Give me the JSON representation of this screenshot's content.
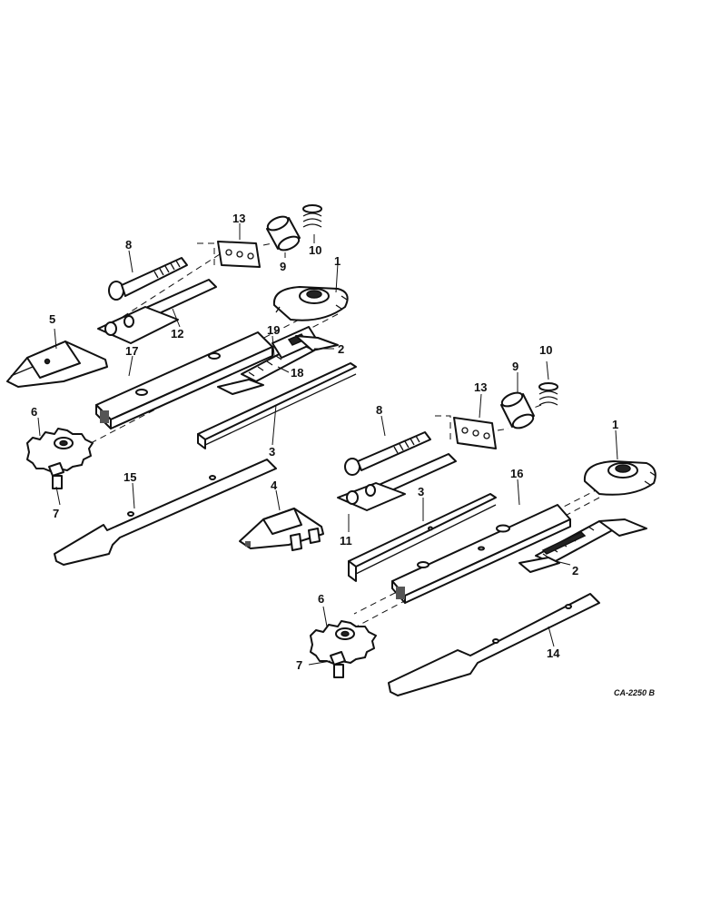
{
  "callouts": {
    "upper": {
      "p13": "13",
      "p10": "10",
      "p8": "8",
      "p9": "9",
      "p1": "1",
      "p5": "5",
      "p12": "12",
      "p19": "19",
      "p2": "2",
      "p17": "17",
      "p18": "18",
      "p6": "6",
      "p3": "3",
      "p7": "7",
      "p15": "15",
      "p4": "4"
    },
    "lower": {
      "p10": "10",
      "p9": "9",
      "p13": "13",
      "p8": "8",
      "p1": "1",
      "p16": "16",
      "p3": "3",
      "p11": "11",
      "p2": "2",
      "p6": "6",
      "p7": "7",
      "p14": "14"
    }
  },
  "drawing_code": "CA-2250 B"
}
